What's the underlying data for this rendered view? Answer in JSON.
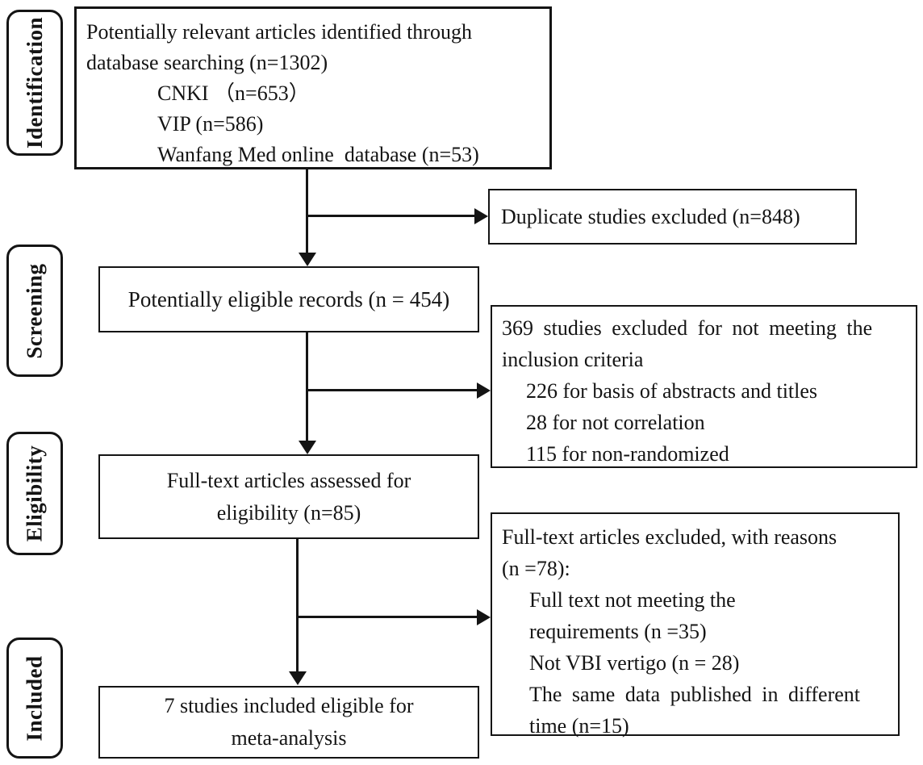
{
  "stage_labels": [
    "Identification",
    "Screening",
    "Eligibility",
    "Included"
  ],
  "flow": {
    "identified_box": {
      "lines": [
        "Potentially relevant articles identified through",
        "database searching (n=1302)",
        "CNKI （n=653）",
        "VIP (n=586)",
        "Wanfang Med online  database (n=53)"
      ]
    },
    "eligible_records_box": {
      "text": "Potentially eligible records (n = 454)"
    },
    "fulltext_assessed_box": {
      "lines": [
        "Full-text articles assessed for",
        "eligibility (n=85)"
      ]
    },
    "included_studies_box": {
      "lines": [
        "7 studies included eligible for",
        "meta-analysis"
      ]
    },
    "duplicates_excluded_box": {
      "text": "Duplicate studies excluded (n=848)"
    },
    "screening_excluded_box": {
      "lines": [
        "369 studies excluded for not meeting the",
        "inclusion criteria",
        "226 for basis of abstracts and titles",
        "28 for not correlation",
        "115 for non-randomized"
      ]
    },
    "fulltext_excluded_box": {
      "lines": [
        "Full-text articles excluded, with reasons",
        "(n =78):",
        "Full text not meeting the",
        "requirements (n =35)",
        "Not VBI vertigo (n = 28)",
        "The same data published in different",
        "time (n=15)"
      ]
    }
  },
  "colors": {
    "line": "#141414",
    "text": "#141414",
    "background": "#ffffff"
  }
}
